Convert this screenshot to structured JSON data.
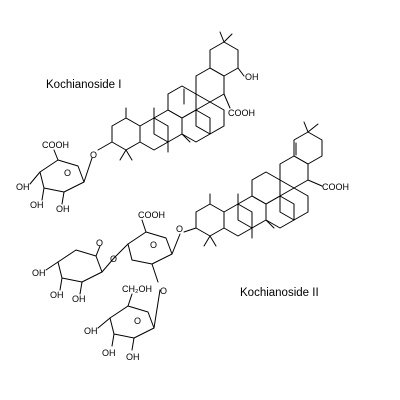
{
  "compounds": {
    "first": {
      "name": "Kochianoside I"
    },
    "second": {
      "name": "Kochianoside II"
    }
  },
  "atoms": {
    "oh": "OH",
    "cooh": "COOH",
    "o": "O",
    "ch2oh": "CH₂OH"
  },
  "colors": {
    "ink": "#000000",
    "background": "#ffffff"
  }
}
